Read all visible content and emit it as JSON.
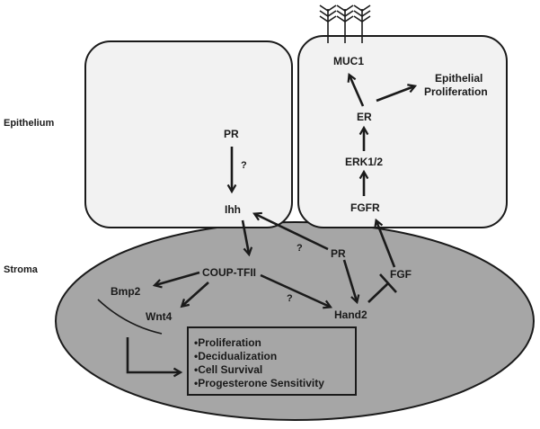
{
  "labels": {
    "epithelium": "Epithelium",
    "stroma": "Stroma"
  },
  "nodes": {
    "pr_epi": "PR",
    "ihh": "Ihh",
    "muc1": "MUC1",
    "ep_prolif_1": "Epithelial",
    "ep_prolif_2": "Proliferation",
    "er": "ER",
    "erk": "ERK1/2",
    "fgfr": "FGFR",
    "coup": "COUP-TFII",
    "pr_stroma": "PR",
    "bmp2": "Bmp2",
    "wnt4": "Wnt4",
    "hand2": "Hand2",
    "fgf": "FGF"
  },
  "question_marks": {
    "pr_to_ihh": "?",
    "pr_to_ihh_stroma": "?",
    "coup_to_hand2": "?"
  },
  "outcomes": [
    "•Proliferation",
    "•Decidualization",
    "•Cell Survival",
    "•Progesterone Sensitivity"
  ],
  "colors": {
    "cell_fill": "#f2f2f2",
    "stroma_fill": "#a6a6a6",
    "stroke": "#1a1a1a"
  }
}
